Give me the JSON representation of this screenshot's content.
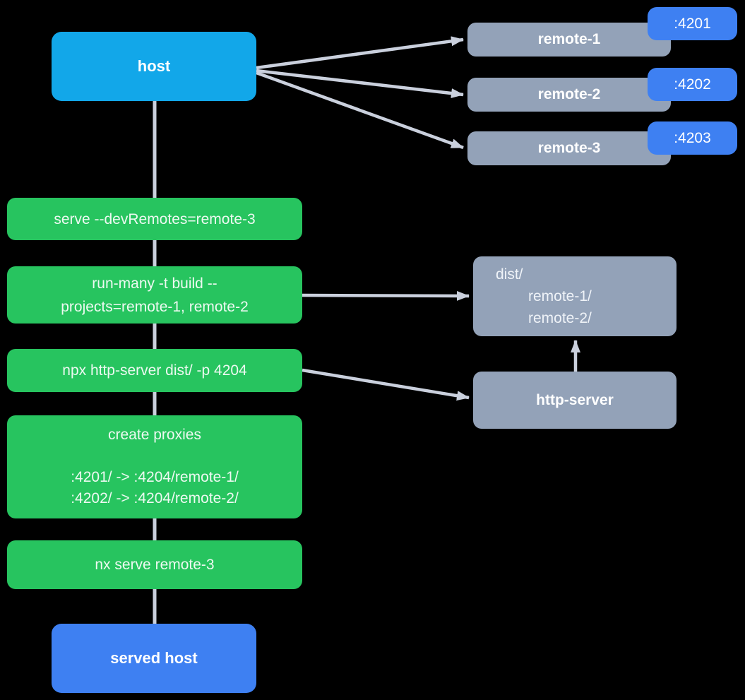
{
  "colors": {
    "background": "#000000",
    "host_node": "#12A7E9",
    "served_host_node": "#3E80F2",
    "port_badge": "#3E80F2",
    "command_node": "#27C45F",
    "remote_node": "#93A2B8",
    "connector": "#CAD0DD",
    "text": "#FFFFFF"
  },
  "host": {
    "label": "host"
  },
  "remotes": [
    {
      "label": "remote-1",
      "port": ":4201"
    },
    {
      "label": "remote-2",
      "port": ":4202"
    },
    {
      "label": "remote-3",
      "port": ":4203"
    }
  ],
  "commands": {
    "serve": "serve --devRemotes=remote-3",
    "build_lines": [
      "run-many -t build --",
      "projects=remote-1, remote-2"
    ],
    "http_server": "npx http-server dist/ -p 4204",
    "proxies": {
      "title": "create proxies",
      "mappings": [
        ":4201/ -> :4204/remote-1/",
        ":4202/ -> :4204/remote-2/"
      ]
    },
    "nx_serve": "nx serve remote-3"
  },
  "dist": {
    "root": "dist/",
    "children": [
      "remote-1/",
      "remote-2/"
    ]
  },
  "http_server": {
    "label": "http-server"
  },
  "served_host": {
    "label": "served host"
  }
}
